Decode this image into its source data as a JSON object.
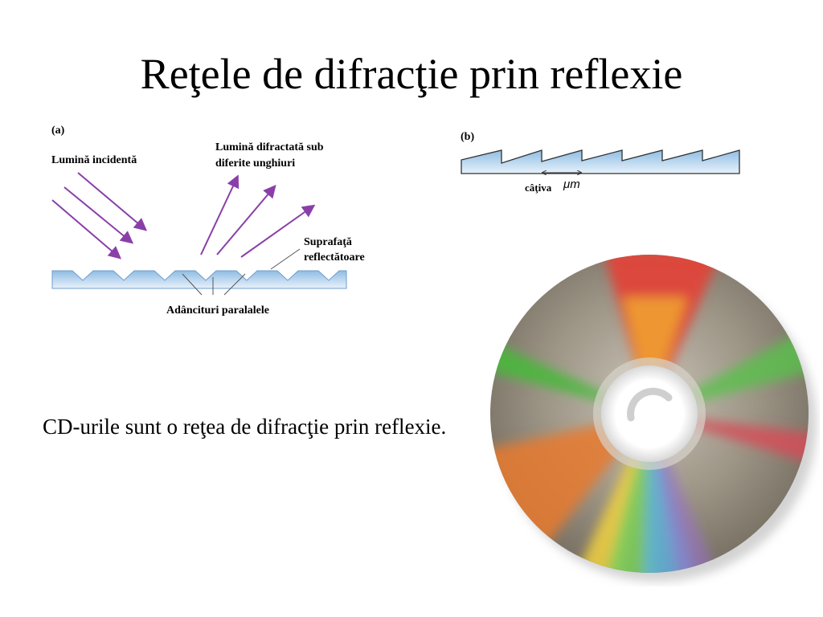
{
  "slide": {
    "title": "Reţele de difracţie prin reflexie",
    "body": "CD-urile sunt o reţea de difracţie prin reflexie."
  },
  "figure_a": {
    "panel_label": "(a)",
    "incident_label": "Lumină incidentă",
    "diffracted_label_line1": "Lumină difractată sub",
    "diffracted_label_line2": "diferite unghiuri",
    "surface_label_line1": "Suprafaţă",
    "surface_label_line2": "reflectătoare",
    "grooves_label": "Adâncituri paralalele"
  },
  "figure_b": {
    "panel_label": "(b)",
    "spacing_label": "câţiva",
    "unit_label": "μm"
  },
  "colors": {
    "arrow": "#8a3fa8",
    "surface": "#a9cdea",
    "leader": "#555555"
  },
  "icons": {
    "cd_image": "cd-disc-icon"
  }
}
